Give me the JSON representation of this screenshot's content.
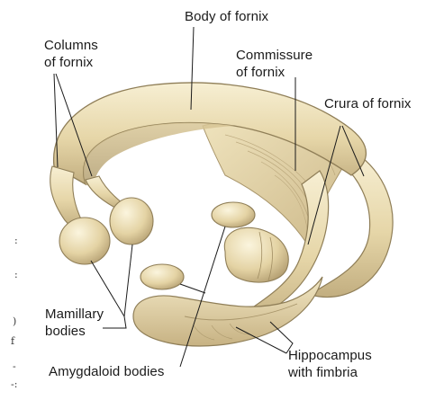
{
  "labels": {
    "body_of_fornix": "Body of fornix",
    "columns_of_fornix": [
      "Columns",
      "of fornix"
    ],
    "commissure_of_fornix": [
      "Commissure",
      "of fornix"
    ],
    "crura_of_fornix": "Crura of fornix",
    "mamillary_bodies": [
      "Mamillary",
      "bodies"
    ],
    "amygdaloid_bodies": "Amygdaloid bodies",
    "hippocampus_with_fimbria": [
      "Hippocampus",
      "with fimbria"
    ]
  },
  "edge_marks": [
    ":",
    ":",
    ")",
    "f",
    "-",
    "-:"
  ],
  "colors": {
    "tissue_light": "#f3e9c9",
    "tissue_mid": "#e2d1a0",
    "tissue_shadow": "#b8a578",
    "tissue_dark": "#8f7e57",
    "leader_line": "#1a1a1a",
    "text": "#1a1a1a"
  }
}
